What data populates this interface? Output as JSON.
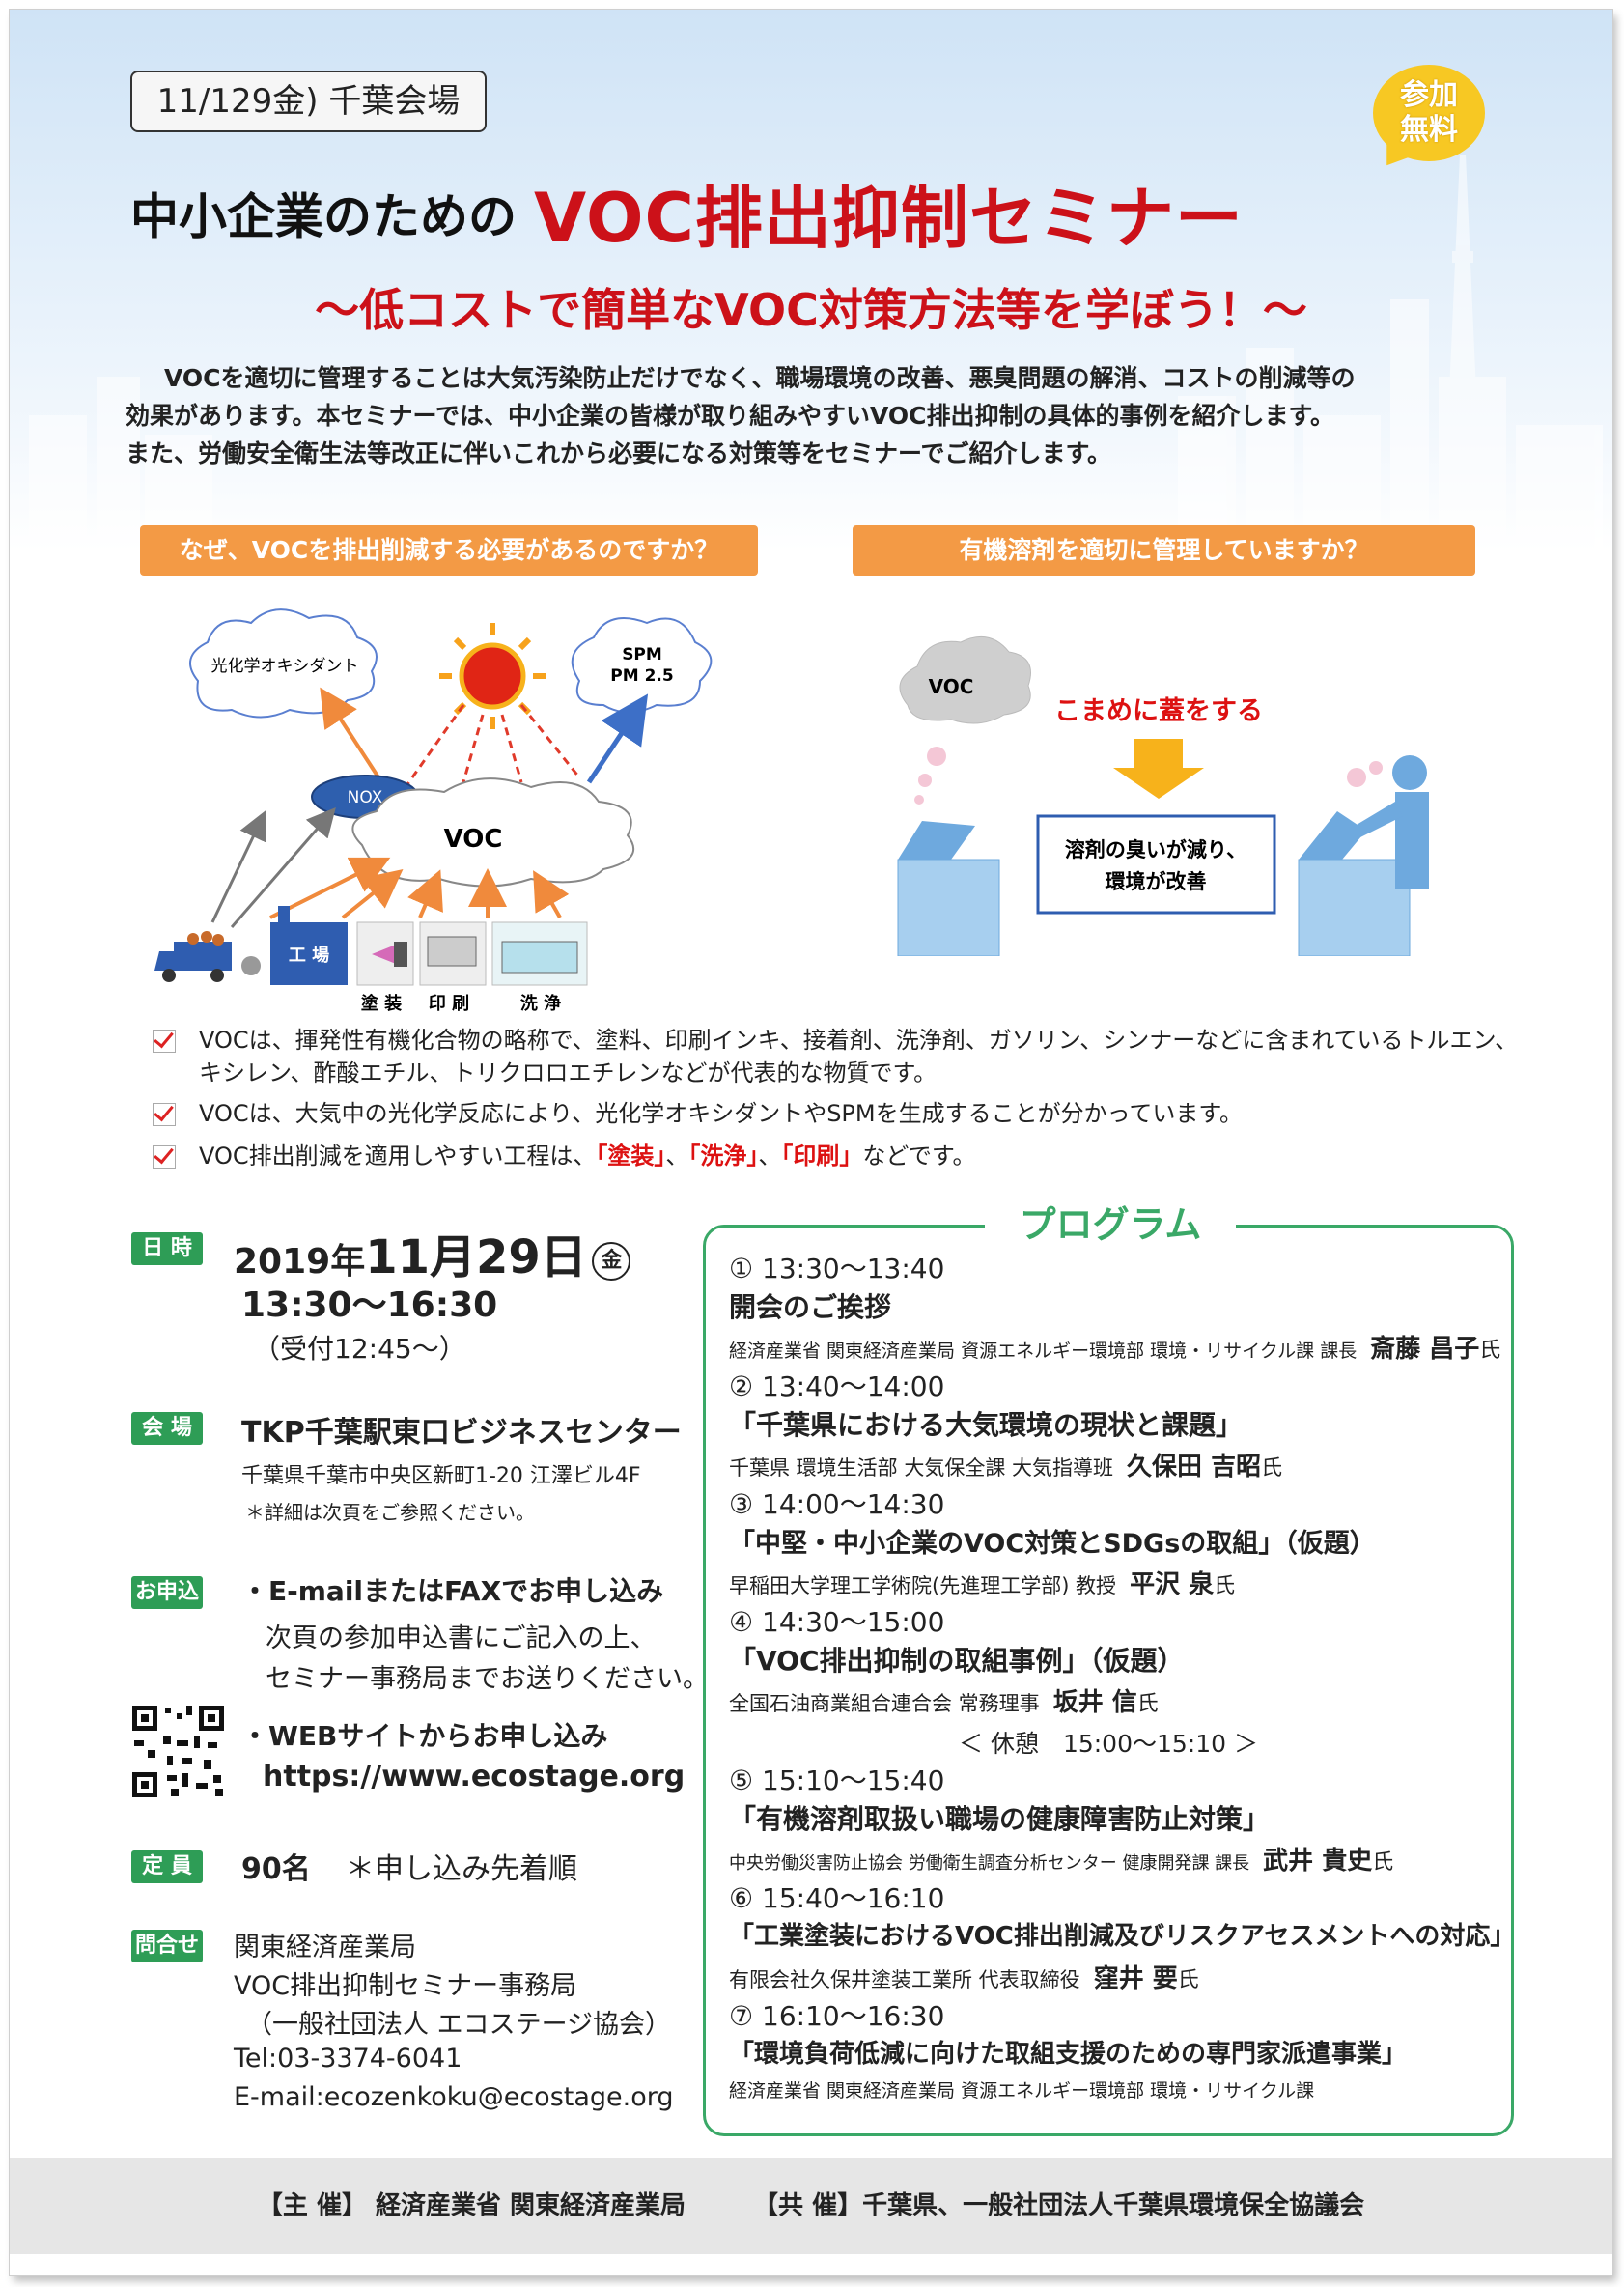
{
  "header": {
    "date_box": "11/129金) 千葉会場",
    "badge_line1": "参加",
    "badge_line2": "無料",
    "title_black": "中小企業のための",
    "title_red": "VOC排出抑制セミナー",
    "subtitle": "～低コストで簡単なVOC対策方法等を学ぼう！～"
  },
  "intro": {
    "line1": "VOCを適切に管理することは大気汚染防止だけでなく、職場環境の改善、悪臭問題の解消、コストの削減等の",
    "line2": "効果があります。本セミナーでは、中小企業の皆様が取り組みやすいVOC排出抑制の具体的事例を紹介します。",
    "line3": "また、労働安全衛生法等改正に伴いこれから必要になる対策等をセミナーでご紹介します。"
  },
  "sections": {
    "left_heading": "なぜ、VOCを排出削減する必要があるのですか？",
    "right_heading": "有機溶剤を適切に管理していますか？"
  },
  "diagram_left": {
    "cloud_photochem": "光化学オキシダント",
    "cloud_spm_1": "SPM",
    "cloud_spm_2": "PM 2.5",
    "nox": "NOX",
    "voc": "VOC",
    "factory": "工 場",
    "coating": "塗 装",
    "printing": "印 刷",
    "cleaning": "洗 浄"
  },
  "diagram_right": {
    "voc": "VOC",
    "lid_text": "こまめに蓋をする",
    "result_line1": "溶剤の臭いが減り、",
    "result_line2": "環境が改善"
  },
  "checklist": {
    "item1_line1": "VOCは、揮発性有機化合物の略称で、塗料、印刷インキ、接着剤、洗浄剤、ガソリン、シンナーなどに含まれているトルエン、",
    "item1_line2": "キシレン、酢酸エチル、トリクロロエチレンなどが代表的な物質です。",
    "item2": "VOCは、大気中の光化学反応により、光化学オキシダントやSPMを生成することが分かっています。",
    "item3_pre": "VOC排出削減を適用しやすい工程は、",
    "item3_k1": "「塗装」",
    "item3_sep1": "、",
    "item3_k2": "「洗浄」",
    "item3_sep2": "、",
    "item3_k3": "「印刷」",
    "item3_post": "などです。"
  },
  "info": {
    "date_label": "日 時",
    "date_year": "2019年",
    "date_md": "11月29日",
    "date_dow": "金",
    "time": "13:30～16:30",
    "reception": "（受付12:45～）",
    "venue_label": "会 場",
    "venue_name": "TKP千葉駅東口ビジネスセンター",
    "venue_address": "千葉県千葉市中央区新町1-20 江澤ビル4F",
    "venue_note": "＊詳細は次頁をご参照ください。",
    "apply_label": "お申込",
    "apply_method1": "・E-mailまたはFAXでお申し込み",
    "apply_desc1": "次頁の参加申込書にご記入の上、",
    "apply_desc2": "セミナー事務局までお送りください。",
    "apply_method2": "・WEBサイトからお申し込み",
    "apply_url": "https://www.ecostage.org",
    "capacity_label": "定 員",
    "capacity": "90名",
    "capacity_note": "＊申し込み先着順",
    "contact_label": "問合せ",
    "contact1": "関東経済産業局",
    "contact2": "VOC排出抑制セミナー事務局",
    "contact3": "（一般社団法人 エコステージ協会）",
    "contact_tel": "Tel:03-3374-6041",
    "contact_email": "E-mail:ecozenkoku@ecostage.org"
  },
  "program": {
    "title": "プログラム",
    "items": [
      {
        "time": "① 13:30～13:40",
        "title": "開会のご挨拶",
        "speaker": "経済産業省 関東経済産業局 資源エネルギー環境部 環境・リサイクル課 課長",
        "name": "斎藤 昌子",
        "suffix": "氏"
      },
      {
        "time": "② 13:40～14:00",
        "title": "「千葉県における大気環境の現状と課題」",
        "speaker": "千葉県 環境生活部 大気保全課 大気指導班",
        "name": "久保田 吉昭",
        "suffix": "氏"
      },
      {
        "time": "③ 14:00～14:30",
        "title": "「中堅・中小企業のVOC対策とSDGsの取組」（仮題）",
        "speaker": "早稲田大学理工学術院(先進理工学部) 教授",
        "name": "平沢 泉",
        "suffix": "氏"
      },
      {
        "time": "④ 14:30～15:00",
        "title": "「VOC排出抑制の取組事例」（仮題）",
        "speaker": "全国石油商業組合連合会 常務理事",
        "name": "坂井 信",
        "suffix": "氏"
      },
      {
        "time": "⑤ 15:10～15:40",
        "title": "「有機溶剤取扱い職場の健康障害防止対策」",
        "speaker": "中央労働災害防止協会 労働衛生調査分析センター 健康開発課 課長",
        "name": "武井 貴史",
        "suffix": "氏"
      },
      {
        "time": "⑥ 15:40～16:10",
        "title": "「工業塗装におけるVOC排出削減及びリスクアセスメントへの対応」",
        "speaker": "有限会社久保井塗装工業所 代表取締役",
        "name": "窪井 要",
        "suffix": "氏"
      },
      {
        "time": "⑦ 16:10～16:30",
        "title": "「環境負荷低減に向けた取組支援のための専門家派遣事業」",
        "speaker": "経済産業省 関東経済産業局 資源エネルギー環境部 環境・リサイクル課",
        "name": "",
        "suffix": ""
      }
    ],
    "break": "＜ 休憩　15:00～15:10 ＞"
  },
  "footer": {
    "organizer": "【主 催】 経済産業省 関東経済産業局",
    "co_organizer": "【共 催】千葉県、一般社団法人千葉県環境保全協議会"
  },
  "colors": {
    "accent_red": "#cc1119",
    "orange": "#f39a45",
    "green": "#2e9d56",
    "badge_yellow": "#f7c823"
  }
}
